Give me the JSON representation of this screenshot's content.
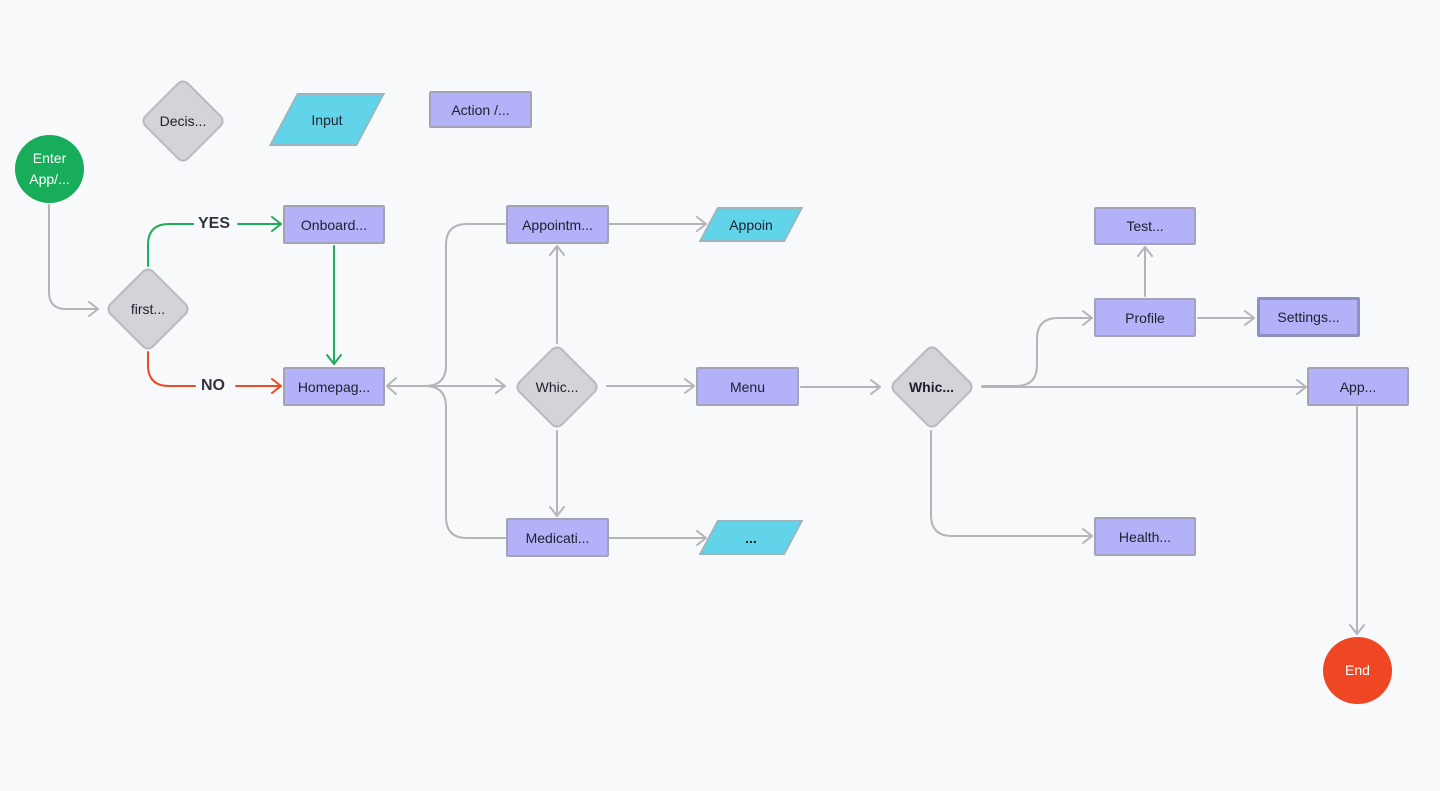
{
  "colors": {
    "action": "#b3b2f8",
    "decision": "#d3d3d8",
    "input": "#62d4e9",
    "start": "#17ad5b",
    "end": "#ef4723",
    "yes_edge": "#20ad5b",
    "no_edge": "#ea4b27",
    "edge": "#b5b5b9"
  },
  "legend": {
    "decision": "Decis...",
    "input": "Input",
    "action": "Action /..."
  },
  "nodes": {
    "enter": "Enter App/...",
    "first": "first...",
    "onboard": "Onboard...",
    "homepage": "Homepag...",
    "appointment": "Appointm...",
    "appoin_input": "Appoin",
    "which1": "Whic...",
    "medication": "Medicati...",
    "med_input": "...",
    "menu": "Menu",
    "which2": "Whic...",
    "test": "Test...",
    "profile": "Profile",
    "settings": "Settings...",
    "app": "App...",
    "health": "Health...",
    "end": "End"
  },
  "edge_labels": {
    "yes": "YES",
    "no": "NO"
  }
}
